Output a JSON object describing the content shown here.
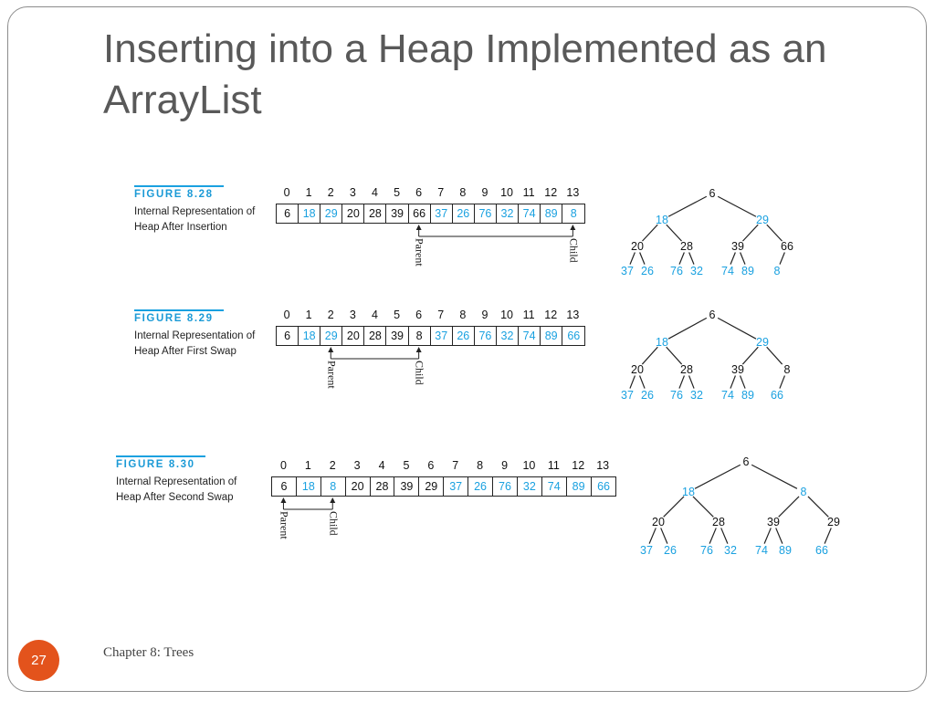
{
  "slide": {
    "title": "Inserting into a Heap Implemented as an ArrayList",
    "page_number": "27",
    "footer": "Chapter 8: Trees"
  },
  "colors": {
    "accent": "#1aa1e0",
    "badge": "#e3531c",
    "title": "#595959"
  },
  "figures": [
    {
      "label": "FIGURE 8.28",
      "caption": "Internal Representation of Heap After Insertion",
      "indices": [
        "0",
        "1",
        "2",
        "3",
        "4",
        "5",
        "6",
        "7",
        "8",
        "9",
        "10",
        "11",
        "12",
        "13"
      ],
      "values": [
        "6",
        "18",
        "29",
        "20",
        "28",
        "39",
        "66",
        "37",
        "26",
        "76",
        "32",
        "74",
        "89",
        "8"
      ],
      "blue": [
        false,
        true,
        true,
        false,
        false,
        false,
        false,
        true,
        true,
        true,
        true,
        true,
        true,
        true
      ],
      "parent_label": "Parent",
      "child_label": "Child",
      "parent_index": 6,
      "child_index": 13,
      "tree": [
        "6",
        "18",
        "29",
        "20",
        "28",
        "39",
        "66",
        "37",
        "26",
        "76",
        "32",
        "74",
        "89",
        "8"
      ]
    },
    {
      "label": "FIGURE 8.29",
      "caption": "Internal Representation of Heap After First Swap",
      "indices": [
        "0",
        "1",
        "2",
        "3",
        "4",
        "5",
        "6",
        "7",
        "8",
        "9",
        "10",
        "11",
        "12",
        "13"
      ],
      "values": [
        "6",
        "18",
        "29",
        "20",
        "28",
        "39",
        "8",
        "37",
        "26",
        "76",
        "32",
        "74",
        "89",
        "66"
      ],
      "blue": [
        false,
        true,
        true,
        false,
        false,
        false,
        false,
        true,
        true,
        true,
        true,
        true,
        true,
        true
      ],
      "parent_label": "Parent",
      "child_label": "Child",
      "parent_index": 2,
      "child_index": 6,
      "tree": [
        "6",
        "18",
        "29",
        "20",
        "28",
        "39",
        "8",
        "37",
        "26",
        "76",
        "32",
        "74",
        "89",
        "66"
      ]
    },
    {
      "label": "FIGURE 8.30",
      "caption": "Internal Representation of Heap After Second Swap",
      "indices": [
        "0",
        "1",
        "2",
        "3",
        "4",
        "5",
        "6",
        "7",
        "8",
        "9",
        "10",
        "11",
        "12",
        "13"
      ],
      "values": [
        "6",
        "18",
        "8",
        "20",
        "28",
        "39",
        "29",
        "37",
        "26",
        "76",
        "32",
        "74",
        "89",
        "66"
      ],
      "blue": [
        false,
        true,
        true,
        false,
        false,
        false,
        false,
        true,
        true,
        true,
        true,
        true,
        true,
        true
      ],
      "parent_label": "Parent",
      "child_label": "Child",
      "parent_index": 0,
      "child_index": 2,
      "tree": [
        "6",
        "18",
        "8",
        "20",
        "28",
        "39",
        "29",
        "37",
        "26",
        "76",
        "32",
        "74",
        "89",
        "66"
      ]
    }
  ]
}
